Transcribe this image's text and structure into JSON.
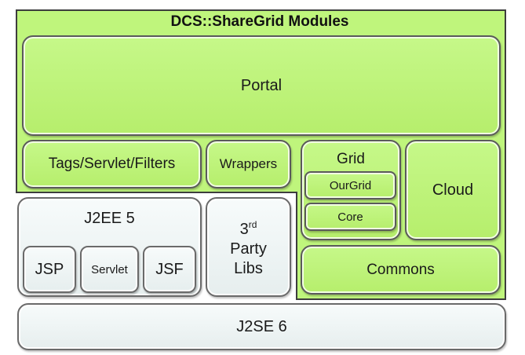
{
  "title": "DCS::ShareGrid Modules",
  "colors": {
    "green": "#bff57c",
    "white_box": "#eef4f4",
    "border": "#3d3d3d"
  },
  "modules": {
    "portal": "Portal",
    "tags": "Tags/Servlet/Filters",
    "wrappers": "Wrappers",
    "grid": "Grid",
    "ourgrid": "OurGrid",
    "core": "Core",
    "cloud": "Cloud",
    "commons": "Commons"
  },
  "platform": {
    "j2ee": "J2EE 5",
    "jsp": "JSP",
    "servlet": "Servlet",
    "jsf": "JSF",
    "third_party_num": "3",
    "third_party_sup": "rd",
    "third_party_line2": "Party",
    "third_party_line3": "Libs",
    "j2se": "J2SE 6"
  }
}
